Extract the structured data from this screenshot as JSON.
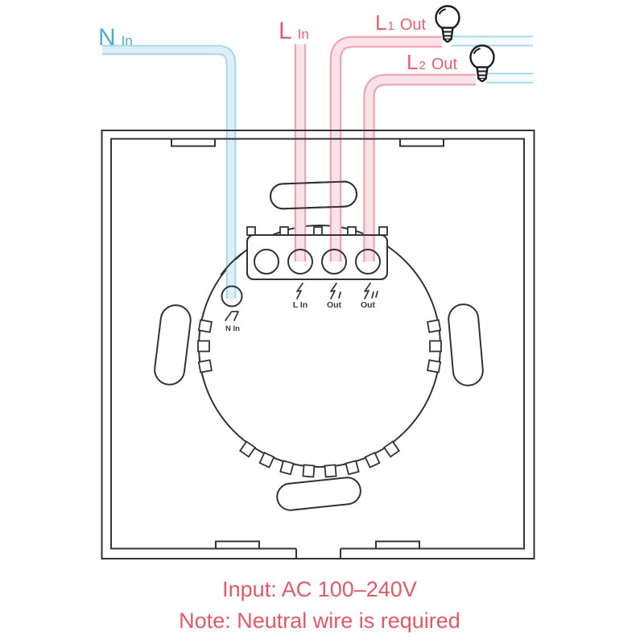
{
  "labels": {
    "n_in": {
      "main": "N",
      "sub": "In"
    },
    "l_in": {
      "main": "L",
      "sub": "In"
    },
    "l1_out": {
      "main": "L",
      "num": "1",
      "word": "Out"
    },
    "l2_out": {
      "main": "L",
      "num": "2",
      "word": "Out"
    }
  },
  "terminals": {
    "neutral": "N In",
    "live_in": "L In",
    "out_1": "Out",
    "out_2": "Out"
  },
  "notes": {
    "line1": "Input: AC 100–240V",
    "line2": "Note: Neutral wire is required"
  },
  "colors": {
    "neutral_label": "#54a8d5",
    "neutral_wire_edge": "#a6d7eb",
    "neutral_wire_core": "#ddeff8",
    "return_wire_edge": "#9fd4ea",
    "return_wire_core": "#f4fbfe",
    "live_label": "#e2606b",
    "live_wire_edge": "#efa5b1",
    "live_wire_core": "#fbe2e8",
    "note_text": "#de5a66",
    "terminal_text": "#3a3a3a",
    "outline": "#333333",
    "bulb_outline": "#1e1e1e"
  }
}
